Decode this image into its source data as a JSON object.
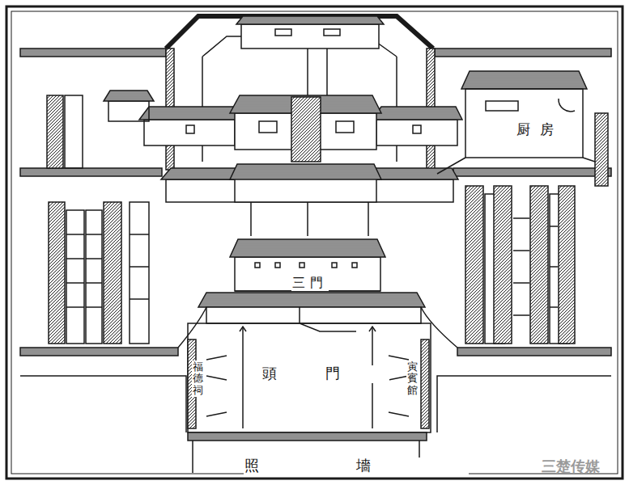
{
  "diagram": {
    "nodes": [
      {
        "text": [
          "厨房"
        ]
      }
    ],
    "labels": [
      "三門",
      "頭門",
      "照墻",
      "福德祠",
      "寅賓館",
      "三楚传媒"
    ]
  }
}
